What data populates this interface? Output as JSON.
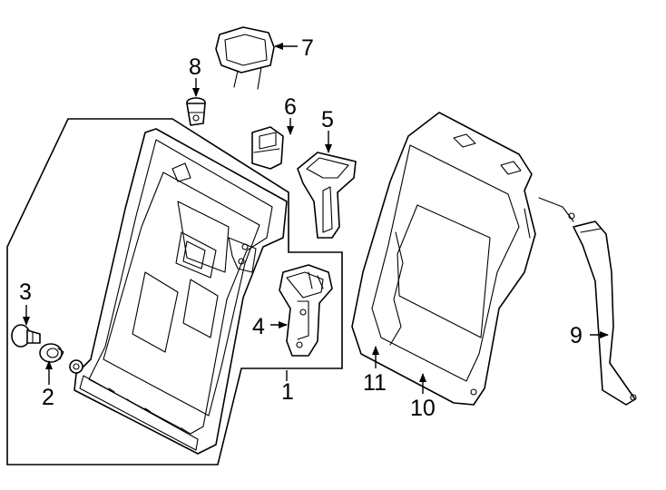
{
  "diagram": {
    "type": "exploded-parts-diagram",
    "callouts": [
      {
        "id": "c1",
        "label": "1"
      },
      {
        "id": "c2",
        "label": "2"
      },
      {
        "id": "c3",
        "label": "3"
      },
      {
        "id": "c4",
        "label": "4"
      },
      {
        "id": "c5",
        "label": "5"
      },
      {
        "id": "c6",
        "label": "6"
      },
      {
        "id": "c7",
        "label": "7"
      },
      {
        "id": "c8",
        "label": "8"
      },
      {
        "id": "c9",
        "label": "9"
      },
      {
        "id": "c10",
        "label": "10"
      },
      {
        "id": "c11",
        "label": "11"
      }
    ]
  }
}
